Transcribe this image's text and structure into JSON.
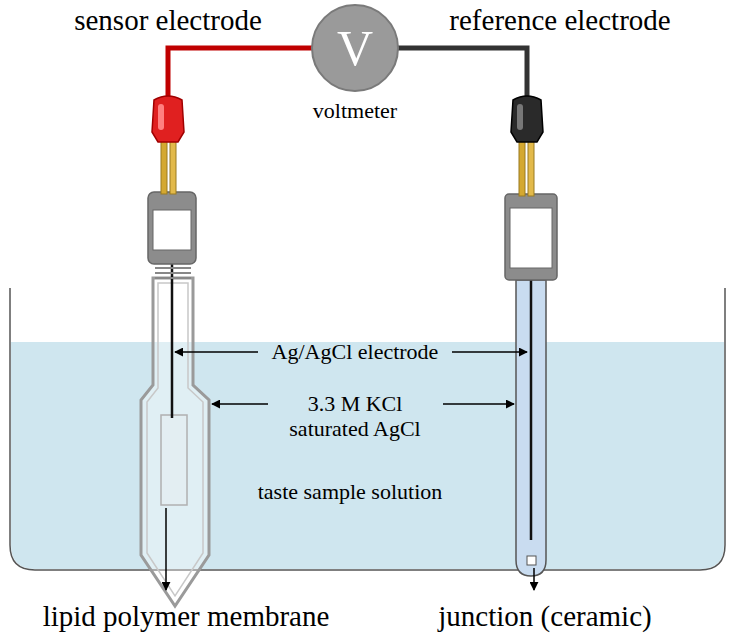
{
  "diagram": {
    "nodes": [
      {
        "text": [
          "V",
          "voltmeter"
        ]
      }
    ],
    "labels": [
      "sensor electrode",
      "reference electrode",
      "Ag/AgCl electrode",
      "3.3 M KCl saturated AgCl",
      "taste sample solution",
      "lipid polymer membrane",
      "junction (ceramic)"
    ]
  }
}
